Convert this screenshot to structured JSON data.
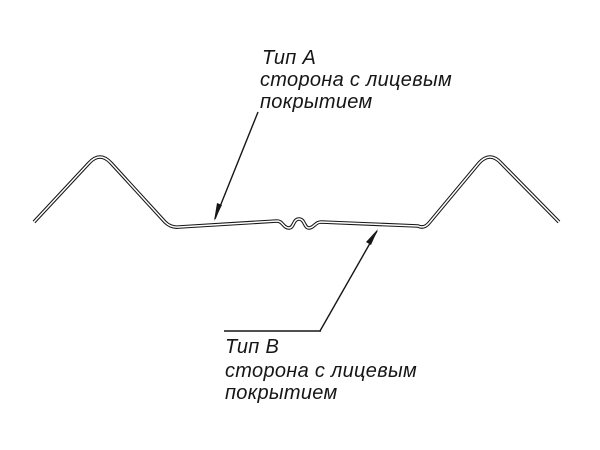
{
  "diagram": {
    "background_color": "#ffffff",
    "line_color": "#161616",
    "label_a": {
      "title": "Тип А",
      "line2": "сторона с лицевым",
      "line3": "покрытием"
    },
    "label_b": {
      "title": "Тип B",
      "line2": "сторона с лицевым",
      "line3": "покрытием"
    }
  }
}
